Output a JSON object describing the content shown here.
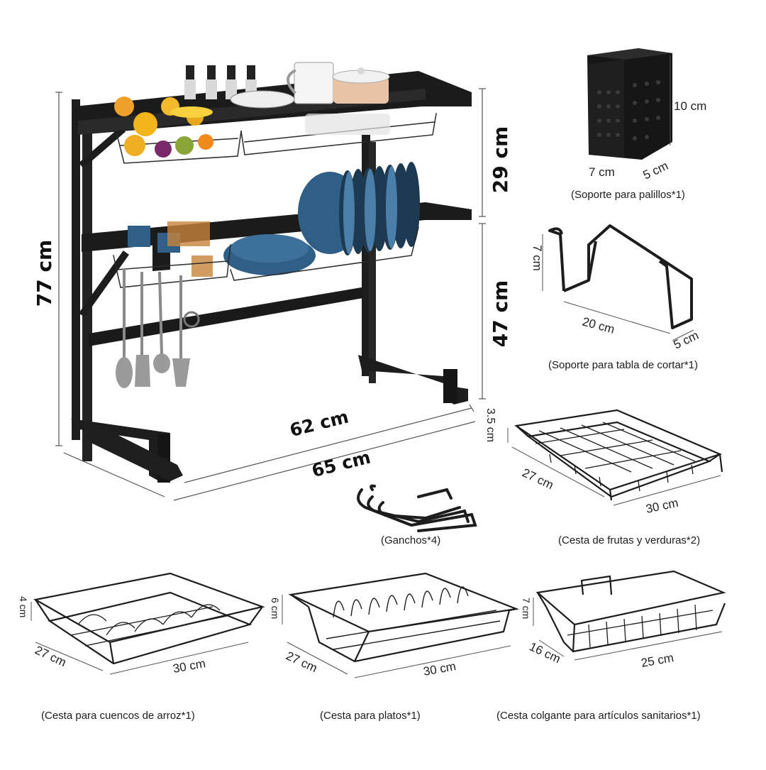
{
  "main_rack": {
    "height_total": "77 cm",
    "height_top": "29 cm",
    "height_bottom": "47 cm",
    "width_inner": "62 cm",
    "width_outer": "65 cm"
  },
  "components": {
    "chopstick_holder": {
      "h": "10 cm",
      "w": "7 cm",
      "d": "5 cm",
      "caption": "(Soporte para palillos*1)"
    },
    "cutting_board_holder": {
      "h": "7 cm",
      "w": "20 cm",
      "d": "5 cm",
      "caption": "(Soporte para tabla de cortar*1)"
    },
    "fruit_basket": {
      "h": "3.5 cm",
      "d": "27 cm",
      "w": "30 cm",
      "caption": "(Cesta de frutas y verduras*2)"
    },
    "hooks": {
      "caption": "(Ganchos*4)"
    },
    "bowl_basket": {
      "h": "4 cm",
      "d": "27 cm",
      "w": "30 cm",
      "caption": "(Cesta para cuencos de arroz*1)"
    },
    "plate_basket": {
      "h": "6 cm",
      "d": "27 cm",
      "w": "30 cm",
      "caption": "(Cesta para platos*1)"
    },
    "hanging_basket": {
      "h": "7 cm",
      "d": "16 cm",
      "w": "25 cm",
      "caption": "(Cesta colgante para artículos sanitarios*1)"
    }
  },
  "colors": {
    "metal": "#1d1d1d",
    "plate_blue": "#2f5f86",
    "fruit_yellow": "#f2b51c",
    "orange": "#f08a1d"
  }
}
